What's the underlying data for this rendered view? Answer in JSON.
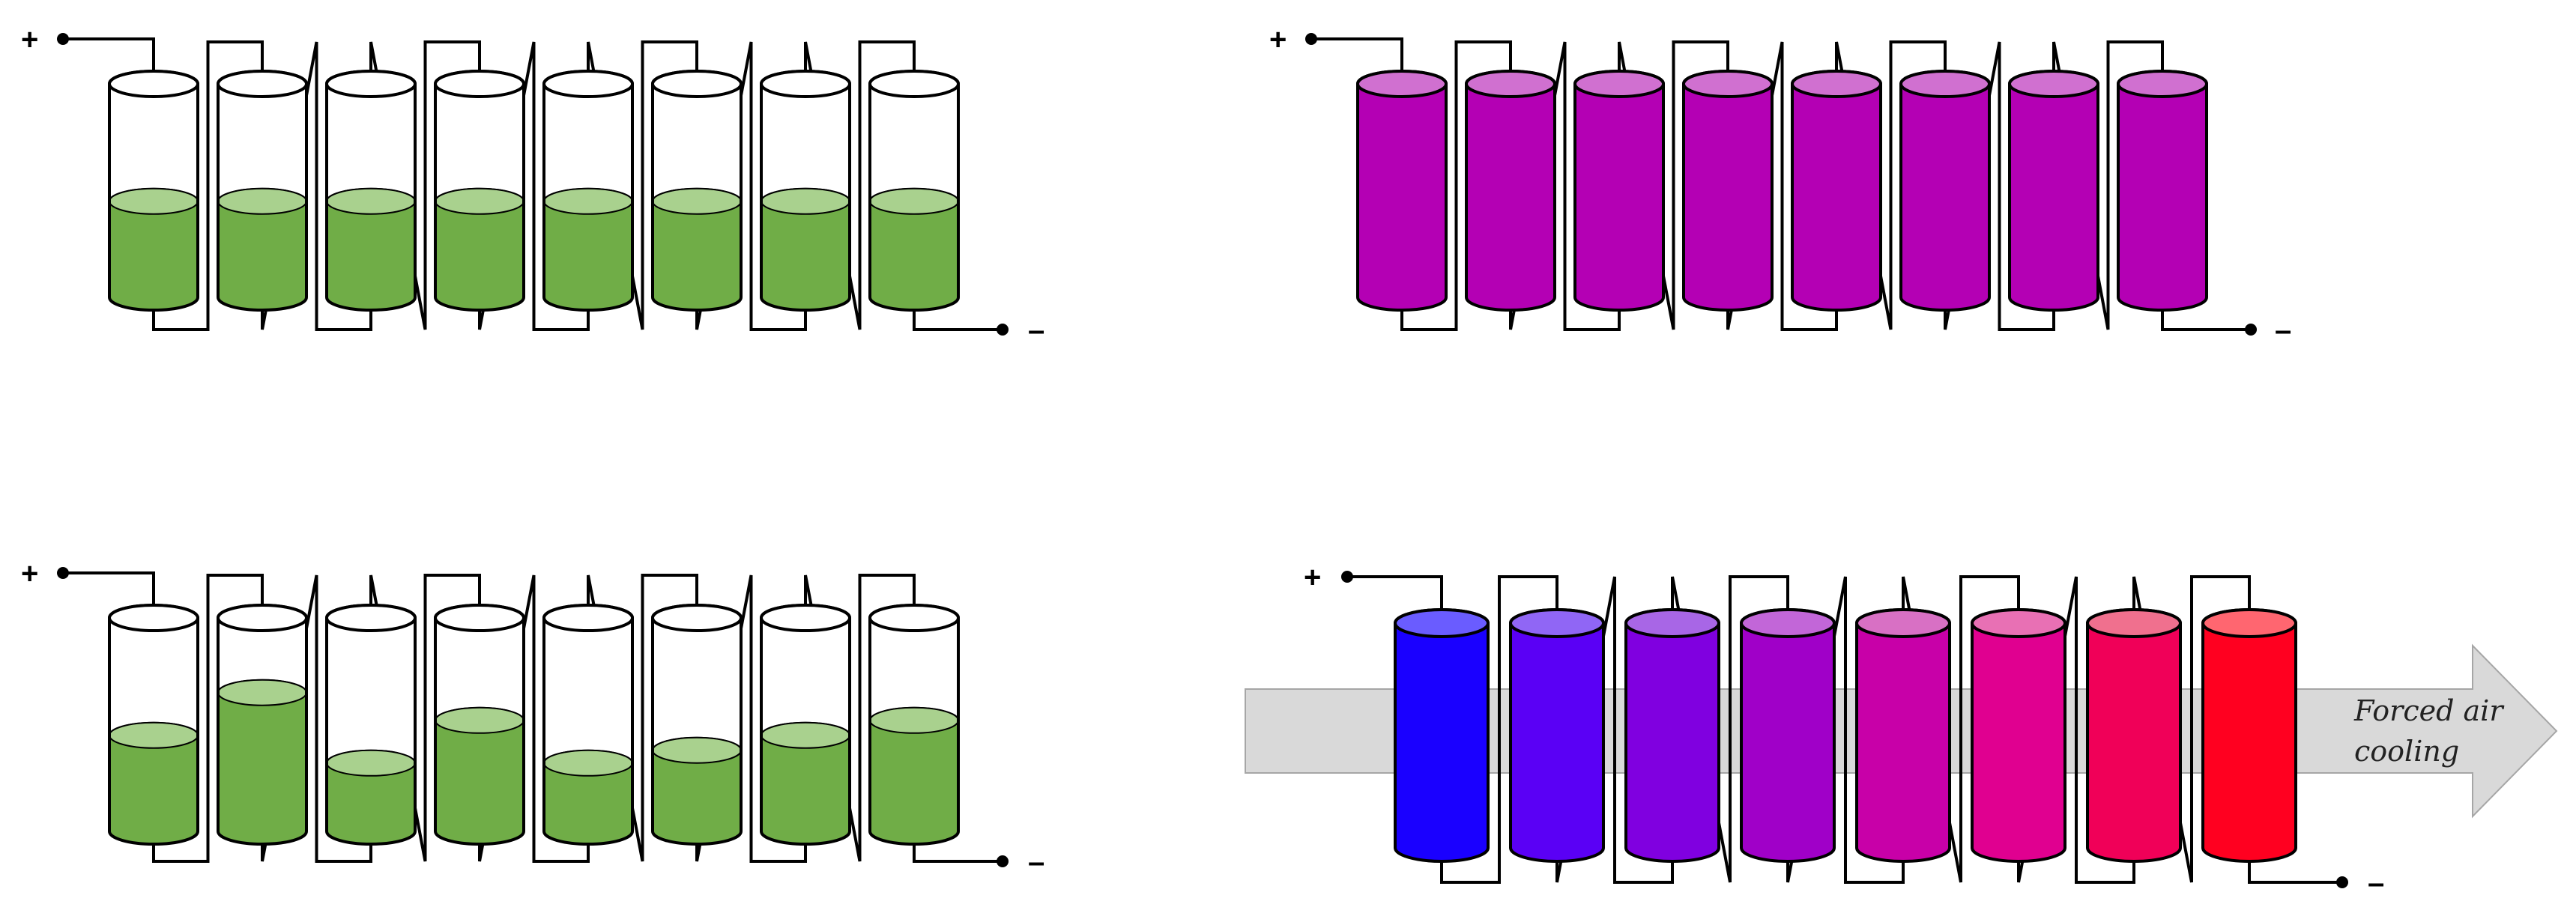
{
  "panels": [
    {
      "id": "top-left",
      "kind": "level",
      "plus_label": "+",
      "minus_label": "–",
      "cells": [
        {
          "level": 0.45
        },
        {
          "level": 0.45
        },
        {
          "level": 0.45
        },
        {
          "level": 0.45
        },
        {
          "level": 0.45
        },
        {
          "level": 0.45
        },
        {
          "level": 0.45
        },
        {
          "level": 0.45
        }
      ],
      "colors": {
        "fill": "#70ad47",
        "top": "#a9d18e",
        "cell": "#ffffff"
      }
    },
    {
      "id": "top-right",
      "kind": "solid",
      "plus_label": "+",
      "minus_label": "–",
      "cells": [
        {
          "color": "#b400b4",
          "top": "#d070d0"
        },
        {
          "color": "#b400b4",
          "top": "#d070d0"
        },
        {
          "color": "#b400b4",
          "top": "#d070d0"
        },
        {
          "color": "#b400b4",
          "top": "#d070d0"
        },
        {
          "color": "#b400b4",
          "top": "#d070d0"
        },
        {
          "color": "#b400b4",
          "top": "#d070d0"
        },
        {
          "color": "#b400b4",
          "top": "#d070d0"
        },
        {
          "color": "#b400b4",
          "top": "#d070d0"
        }
      ]
    },
    {
      "id": "bottom-left",
      "kind": "level",
      "plus_label": "+",
      "minus_label": "–",
      "cells": [
        {
          "level": 0.45
        },
        {
          "level": 0.65
        },
        {
          "level": 0.32
        },
        {
          "level": 0.52
        },
        {
          "level": 0.32
        },
        {
          "level": 0.38
        },
        {
          "level": 0.45
        },
        {
          "level": 0.52
        }
      ],
      "colors": {
        "fill": "#70ad47",
        "top": "#a9d18e",
        "cell": "#ffffff"
      }
    },
    {
      "id": "bottom-right",
      "kind": "solid",
      "plus_label": "+",
      "minus_label": "–",
      "cells": [
        {
          "color": "#1a00ff",
          "top": "#6a5cff"
        },
        {
          "color": "#5a00f5",
          "top": "#9066f5"
        },
        {
          "color": "#8000e0",
          "top": "#a866e6"
        },
        {
          "color": "#a000c8",
          "top": "#c266d8"
        },
        {
          "color": "#c800a8",
          "top": "#d870c4"
        },
        {
          "color": "#e00090",
          "top": "#e870b4"
        },
        {
          "color": "#f00058",
          "top": "#f0708e"
        },
        {
          "color": "#ff0020",
          "top": "#ff6670"
        }
      ],
      "arrow": {
        "line1": "Forced air",
        "line2": "cooling",
        "color": "#d9d9d9"
      }
    }
  ]
}
